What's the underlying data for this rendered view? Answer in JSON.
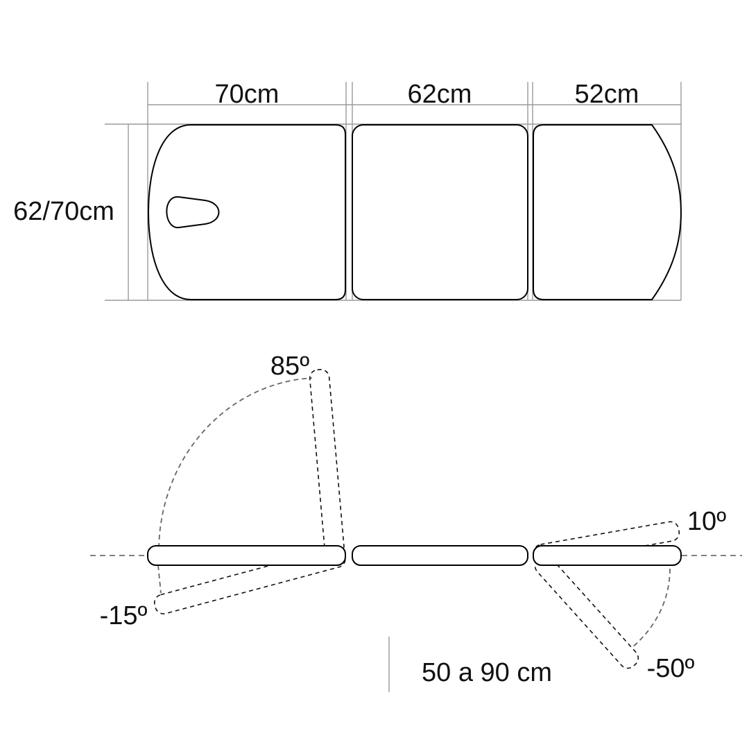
{
  "dimensions": {
    "section_head": "70cm",
    "section_middle": "62cm",
    "section_foot": "52cm",
    "width": "62/70cm",
    "height_range": "50 a 90 cm"
  },
  "angles": {
    "head_up": "85º",
    "head_down": "-15º",
    "foot_up": "10º",
    "foot_down": "-50º"
  },
  "colors": {
    "outline": "#000000",
    "dimension_lines": "#9a9a9a",
    "dashed_arcs": "#666666"
  }
}
